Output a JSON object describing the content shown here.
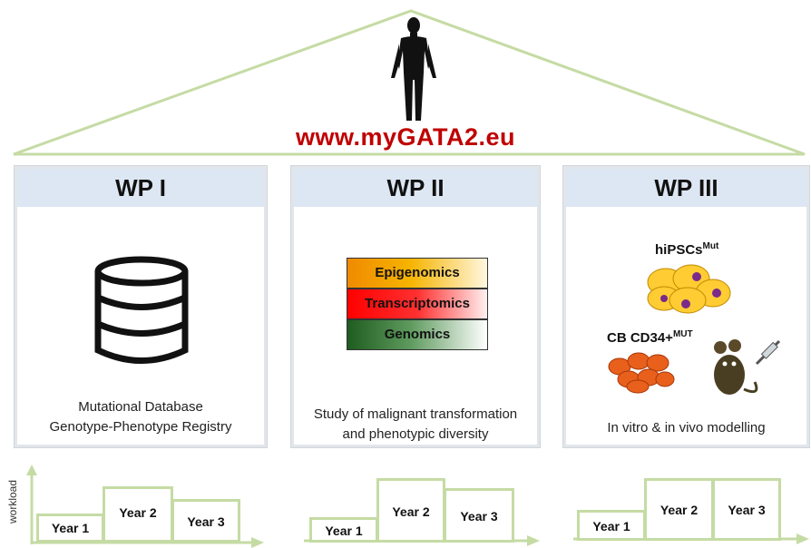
{
  "url": "www.myGATA2.eu",
  "work_packages": [
    {
      "title": "WP I",
      "line1": "Mutational Database",
      "line2": "Genotype-Phenotype Registry"
    },
    {
      "title": "WP II",
      "line1": "Study of malignant transformation",
      "line2": "and phenotypic diversity",
      "omics": [
        "Epigenomics",
        "Transcriptomics",
        "Genomics"
      ]
    },
    {
      "title": "WP III",
      "text": "In vitro & in vivo modelling",
      "hipsc_label": "hiPSCs",
      "hipsc_sup": "Mut",
      "cb_label": "CB CD34+",
      "cb_sup": "MUT"
    }
  ],
  "workload_axis": "workload",
  "years": [
    "Year 1",
    "Year 2",
    "Year 3"
  ],
  "colors": {
    "url": "#c00000",
    "header_bg": "#dde7f3",
    "timeline": "#c5dba4",
    "roof": "#c5dba4"
  }
}
